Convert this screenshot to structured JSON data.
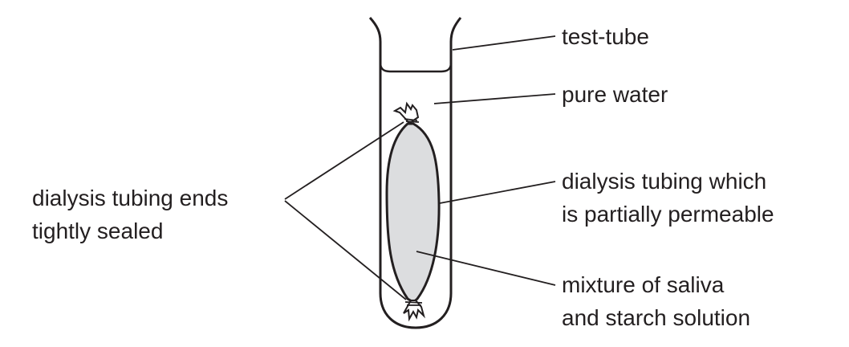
{
  "labels": {
    "test_tube": "test-tube",
    "pure_water": "pure water",
    "tubing_line1": "dialysis tubing which",
    "tubing_line2": "is partially permeable",
    "mixture_line1": "mixture of saliva",
    "mixture_line2": "and starch solution",
    "ends_line1": "dialysis tubing ends",
    "ends_line2": "tightly sealed"
  },
  "colors": {
    "outline": "#231f20",
    "tubing_fill": "#dcdddf"
  }
}
